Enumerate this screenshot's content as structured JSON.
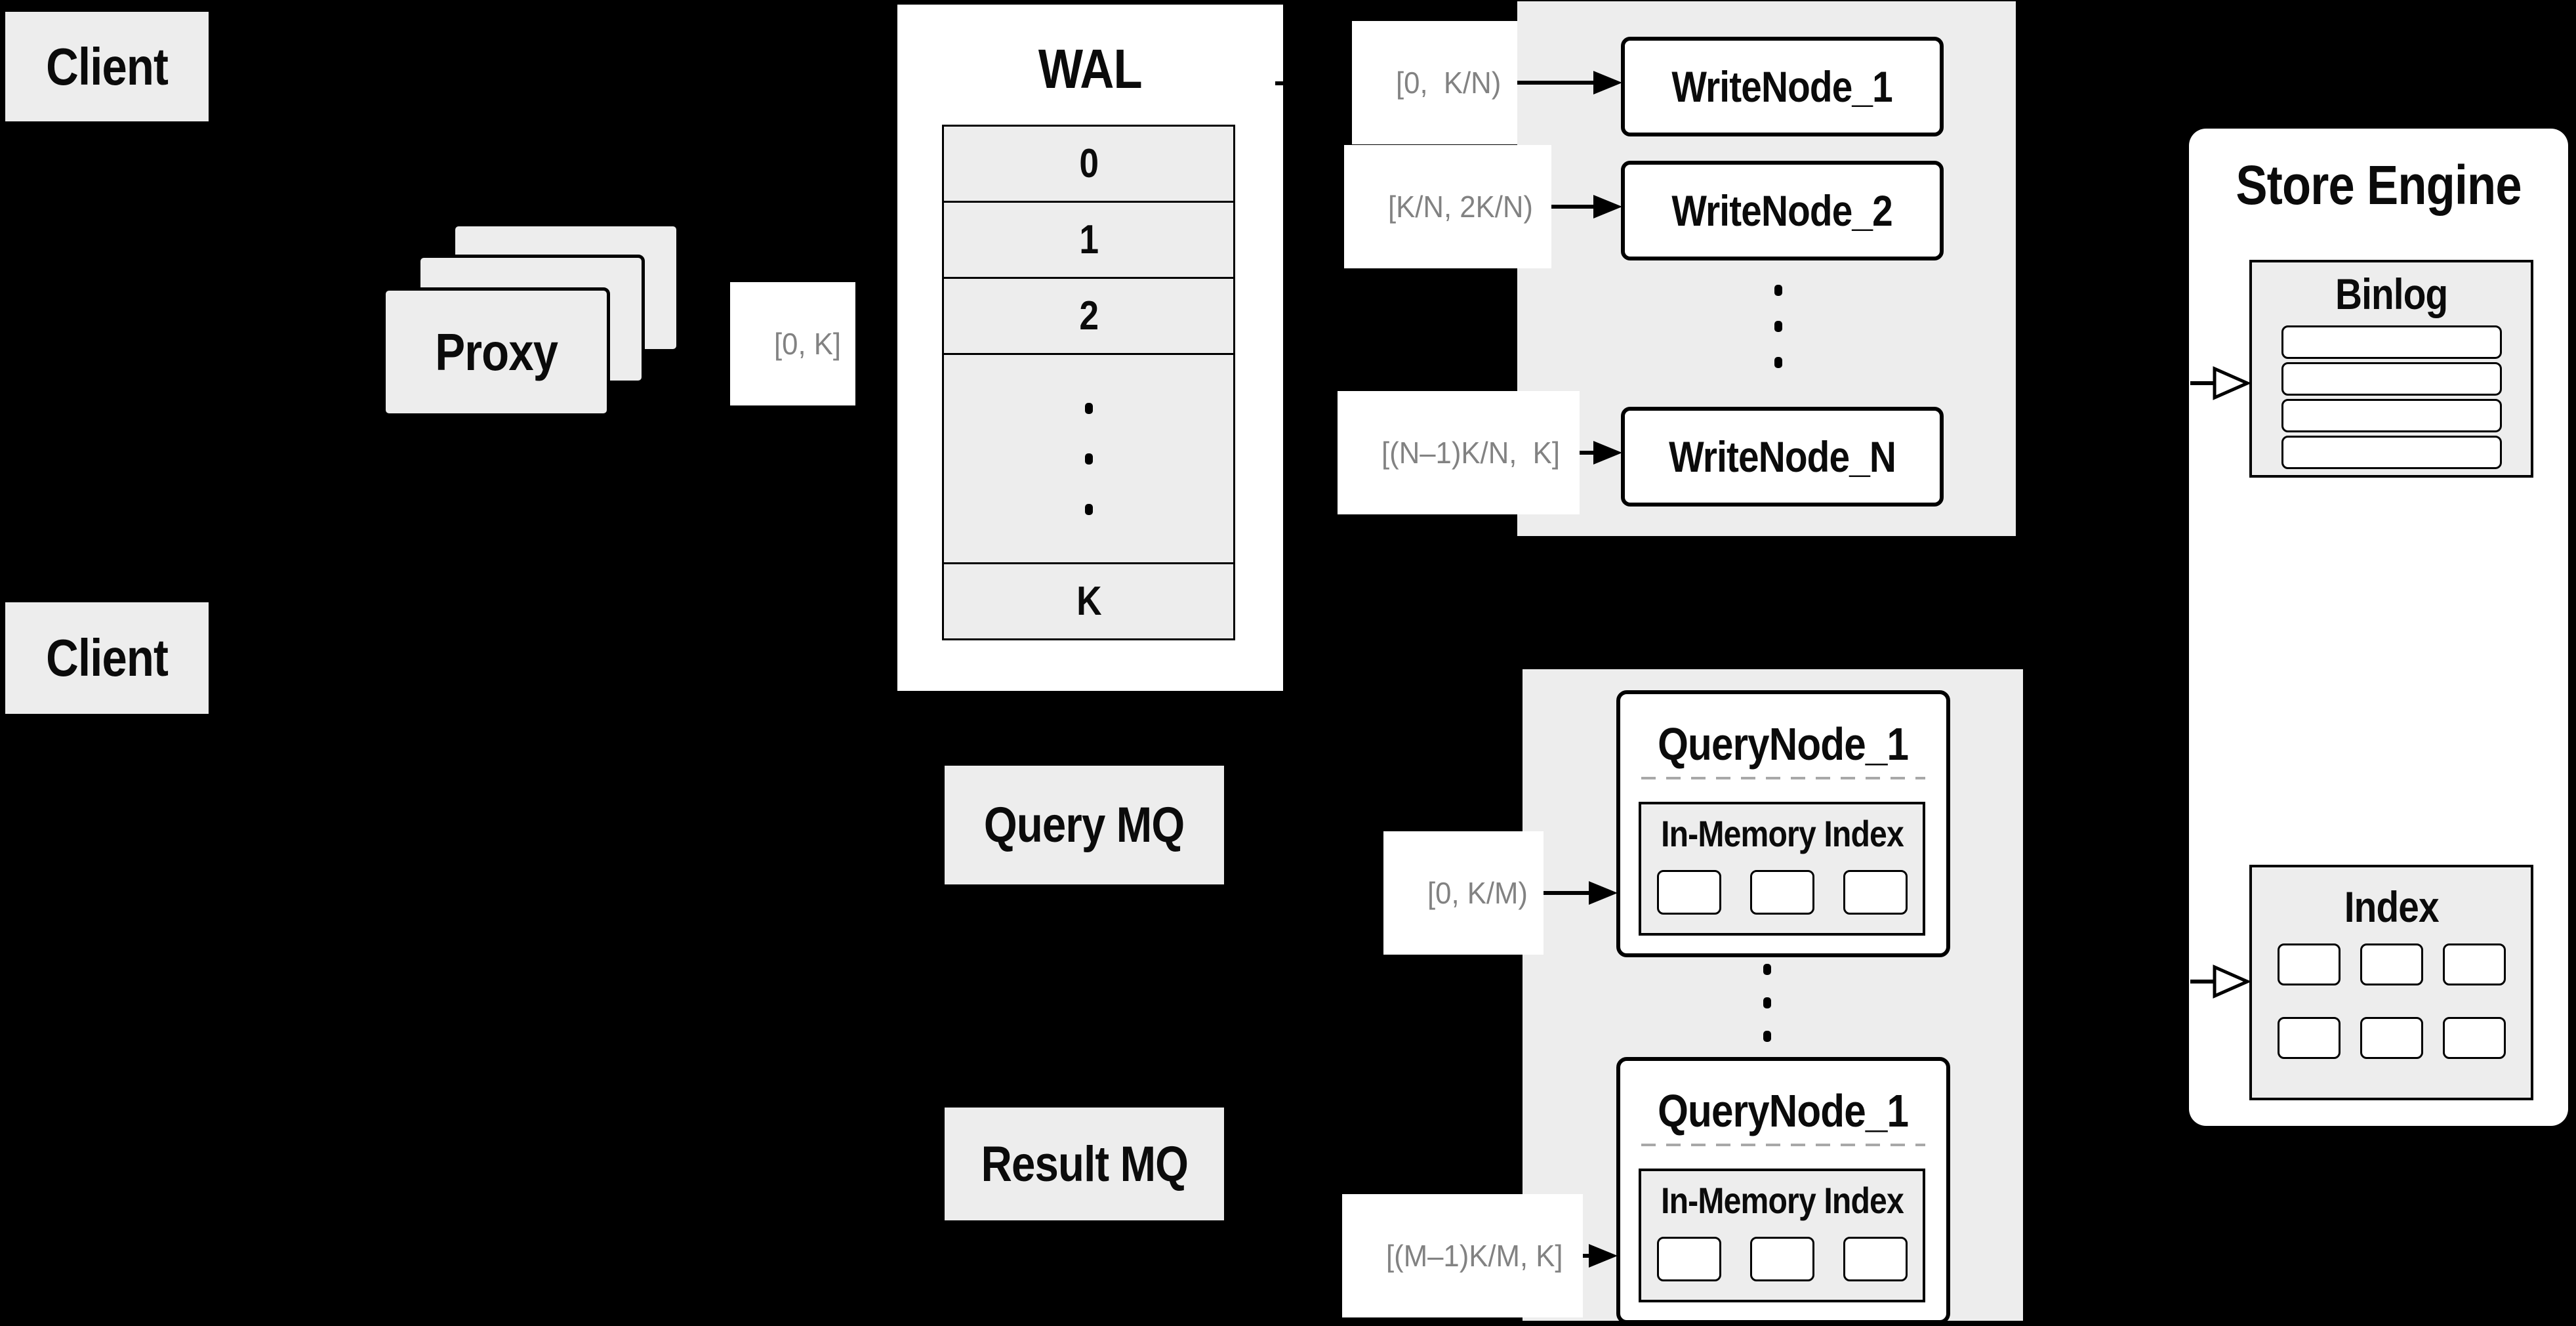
{
  "diagram": {
    "clients": [
      "Client",
      "Client"
    ],
    "proxy": "Proxy",
    "wal": {
      "title": "WAL",
      "rows": [
        "0",
        "1",
        "2",
        "K"
      ]
    },
    "ranges": {
      "proxy_to_wal": "[0, K]",
      "write_1": "[0,  K/N)",
      "write_2": "[K/N, 2K/N)",
      "write_n": "[(N–1)K/N,  K]",
      "query_1": "[0, K/M)",
      "query_m": "[(M–1)K/M, K]"
    },
    "write_nodes": [
      "WriteNode_1",
      "WriteNode_2",
      "WriteNode_N"
    ],
    "mq": {
      "query": "Query MQ",
      "result": "Result MQ"
    },
    "query_nodes": [
      {
        "title": "QueryNode_1",
        "index": "In-Memory Index"
      },
      {
        "title": "QueryNode_1",
        "index": "In-Memory Index"
      }
    ],
    "store": {
      "title": "Store Engine",
      "binlog": "Binlog",
      "index": "Index"
    }
  },
  "colors": {
    "background": "#000000",
    "panel": "#ededed",
    "node_fill": "#ffffff",
    "line": "#000000",
    "range_text": "#828282"
  }
}
